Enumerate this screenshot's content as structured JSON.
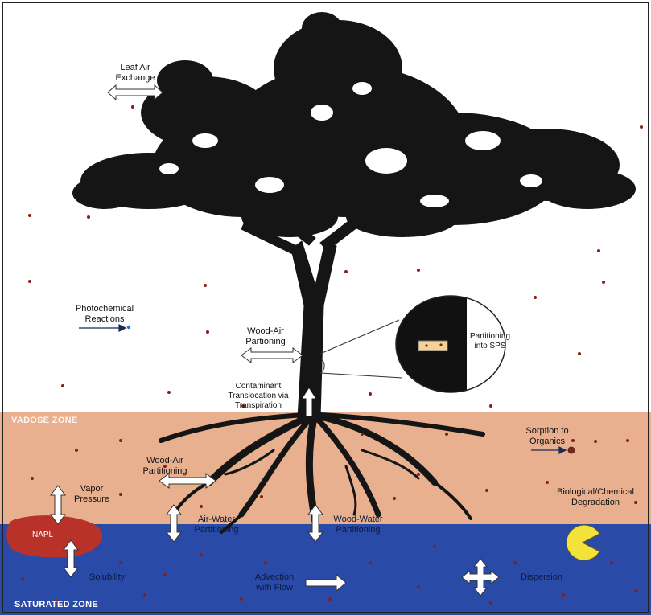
{
  "zones": {
    "vadose": "VADOSE ZONE",
    "saturated": "SATURATED ZONE"
  },
  "labels": {
    "leaf_air": [
      "Leaf Air",
      "Exchange"
    ],
    "photochemical": [
      "Photochemical",
      "Reactions"
    ],
    "wood_air": [
      "Wood-Air",
      "Partioning"
    ],
    "translocation": [
      "Contaminant",
      "Translocation via",
      "Transpiration"
    ],
    "partitioning_sps": [
      "Partitioning",
      "into SPS"
    ],
    "sorption": [
      "Sorption to",
      "Organics"
    ],
    "wood_air_root": [
      "Wood-Air",
      "Partitioning"
    ],
    "vapor_pressure": [
      "Vapor",
      "Pressure"
    ],
    "biological": [
      "Biological/Chemical",
      "Degradation"
    ],
    "air_water": [
      "Air-Water",
      "Partitioning"
    ],
    "wood_water": [
      "Wood-Water",
      "Partitioning"
    ],
    "napl": "NAPL",
    "solubility": "Solubility",
    "advection": [
      "Advection",
      "with Flow"
    ],
    "dispersion": "Dispersion"
  },
  "colors": {
    "sky": "#ffffff",
    "vadose": "#e8b08e",
    "saturated": "#2a4aa8",
    "napl": "#b8322a",
    "pacman": "#f2e23a",
    "tree": "#151515",
    "dot": "#8a1e14",
    "arrow_fill": "#ffffff"
  }
}
